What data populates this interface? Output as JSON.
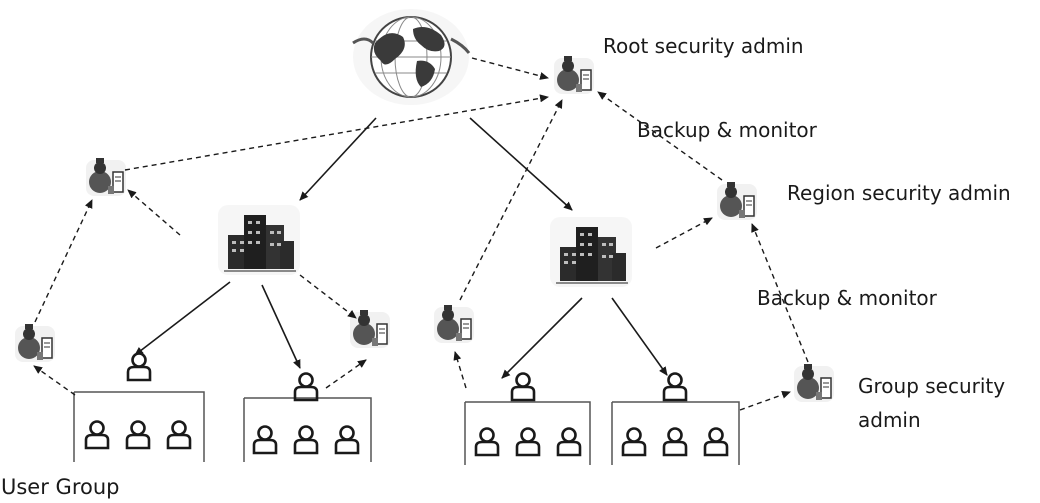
{
  "labels": {
    "root_admin": "Root security admin",
    "backup_top": "Backup & monitor",
    "region_admin": "Region security admin",
    "backup_right": "Backup & monitor",
    "group_admin_line1": "Group security",
    "group_admin_line2": "admin",
    "user_group": "User Group"
  },
  "icons": {
    "globe": "globe-icon",
    "building": "building-icon",
    "admin": "security-admin-icon",
    "user": "user-icon"
  },
  "colors": {
    "stroke": "#1a1a1a",
    "text": "#1a1a1a",
    "building_dark": "#2b2b2b",
    "globe_dark": "#3a3a3a"
  }
}
